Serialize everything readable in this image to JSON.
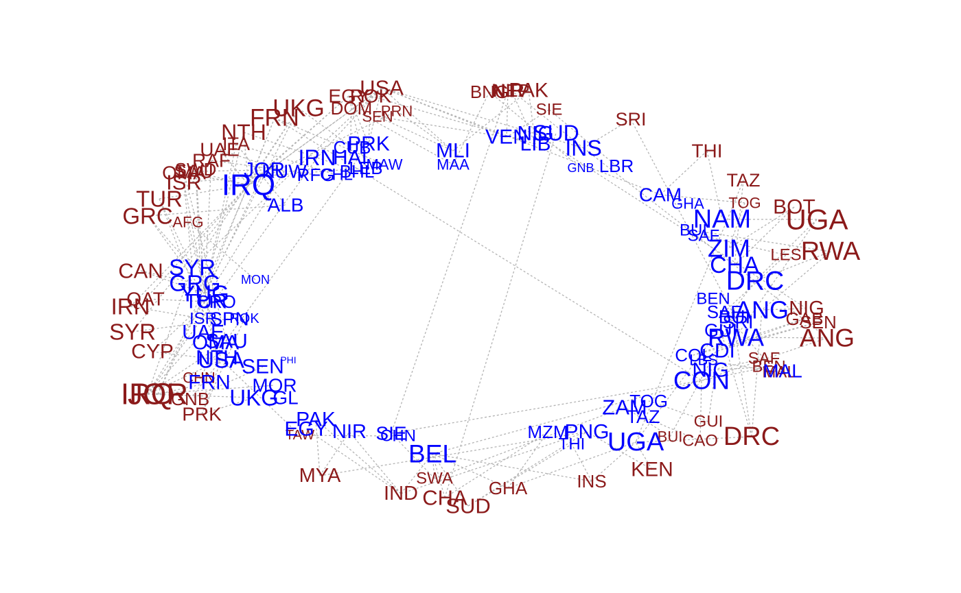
{
  "colors": {
    "sender": "#8b1a1a",
    "receiver": "#0000ff",
    "edge": "#b3b3b3"
  },
  "nodes": [
    {
      "id": "r1",
      "label": "USA",
      "group": "sender",
      "size": 31
    },
    {
      "id": "r2",
      "label": "EGY",
      "group": "sender",
      "size": 28
    },
    {
      "id": "r3",
      "label": "ROK",
      "group": "sender",
      "size": 28
    },
    {
      "id": "r4",
      "label": "DOM",
      "group": "sender",
      "size": 26
    },
    {
      "id": "r5",
      "label": "SEN",
      "group": "sender",
      "size": 22
    },
    {
      "id": "r6",
      "label": "PRN",
      "group": "sender",
      "size": 22
    },
    {
      "id": "r7",
      "label": "UKG",
      "group": "sender",
      "size": 35
    },
    {
      "id": "r8",
      "label": "FRN",
      "group": "sender",
      "size": 35
    },
    {
      "id": "r9",
      "label": "NTH",
      "group": "sender",
      "size": 32
    },
    {
      "id": "r10",
      "label": "ITA",
      "group": "sender",
      "size": 27
    },
    {
      "id": "r11",
      "label": "UAE",
      "group": "sender",
      "size": 28
    },
    {
      "id": "r12",
      "label": "RAF",
      "group": "sender",
      "size": 28
    },
    {
      "id": "r13",
      "label": "SAU",
      "group": "sender",
      "size": 28
    },
    {
      "id": "r14",
      "label": "OMA",
      "group": "sender",
      "size": 28
    },
    {
      "id": "r15",
      "label": "SWD",
      "group": "sender",
      "size": 26
    },
    {
      "id": "r16",
      "label": "ISR",
      "group": "sender",
      "size": 31
    },
    {
      "id": "r17",
      "label": "TUR",
      "group": "sender",
      "size": 33
    },
    {
      "id": "r18",
      "label": "GRC",
      "group": "sender",
      "size": 33
    },
    {
      "id": "r19",
      "label": "AFG",
      "group": "sender",
      "size": 22
    },
    {
      "id": "r20",
      "label": "CAN",
      "group": "sender",
      "size": 31
    },
    {
      "id": "r21",
      "label": "QAT",
      "group": "sender",
      "size": 28
    },
    {
      "id": "r22",
      "label": "IRN",
      "group": "sender",
      "size": 33
    },
    {
      "id": "r23",
      "label": "SYR",
      "group": "sender",
      "size": 33
    },
    {
      "id": "r24",
      "label": "CYP",
      "group": "sender",
      "size": 30
    },
    {
      "id": "r25",
      "label": "JOR",
      "group": "sender",
      "size": 44
    },
    {
      "id": "r26",
      "label": "IRQ",
      "group": "sender",
      "size": 44
    },
    {
      "id": "r27",
      "label": "CHN",
      "group": "sender",
      "size": 22
    },
    {
      "id": "r28",
      "label": "GNB",
      "group": "sender",
      "size": 26
    },
    {
      "id": "r29",
      "label": "PRK",
      "group": "sender",
      "size": 28
    },
    {
      "id": "r30",
      "label": "TAW",
      "group": "sender",
      "size": 20
    },
    {
      "id": "r31",
      "label": "MYA",
      "group": "sender",
      "size": 29
    },
    {
      "id": "r32",
      "label": "SWA",
      "group": "sender",
      "size": 24
    },
    {
      "id": "r33",
      "label": "IND",
      "group": "sender",
      "size": 29
    },
    {
      "id": "r34",
      "label": "CHA",
      "group": "sender",
      "size": 31
    },
    {
      "id": "r35",
      "label": "SUD",
      "group": "sender",
      "size": 31
    },
    {
      "id": "r36",
      "label": "GHA",
      "group": "sender",
      "size": 26
    },
    {
      "id": "r37",
      "label": "INS",
      "group": "sender",
      "size": 26
    },
    {
      "id": "r38",
      "label": "KEN",
      "group": "sender",
      "size": 30
    },
    {
      "id": "r39",
      "label": "BUI",
      "group": "sender",
      "size": 22
    },
    {
      "id": "r40",
      "label": "CAO",
      "group": "sender",
      "size": 24
    },
    {
      "id": "r41",
      "label": "GUI",
      "group": "sender",
      "size": 24
    },
    {
      "id": "r42",
      "label": "DRC",
      "group": "sender",
      "size": 38
    },
    {
      "id": "r43",
      "label": "SAF",
      "group": "sender",
      "size": 24
    },
    {
      "id": "r44",
      "label": "BEN",
      "group": "sender",
      "size": 24
    },
    {
      "id": "r45",
      "label": "MAL",
      "group": "sender",
      "size": 24
    },
    {
      "id": "r46",
      "label": "NIG",
      "group": "sender",
      "size": 29
    },
    {
      "id": "r47",
      "label": "GAB",
      "group": "sender",
      "size": 26
    },
    {
      "id": "r48",
      "label": "SEN",
      "group": "sender",
      "size": 26
    },
    {
      "id": "r49",
      "label": "ANG",
      "group": "sender",
      "size": 37
    },
    {
      "id": "r50",
      "label": "RWA",
      "group": "sender",
      "size": 38
    },
    {
      "id": "r51",
      "label": "LES",
      "group": "sender",
      "size": 24
    },
    {
      "id": "r52",
      "label": "UGA",
      "group": "sender",
      "size": 42
    },
    {
      "id": "r53",
      "label": "BOT",
      "group": "sender",
      "size": 30
    },
    {
      "id": "r54",
      "label": "TOG",
      "group": "sender",
      "size": 22
    },
    {
      "id": "r55",
      "label": "TAZ",
      "group": "sender",
      "size": 27
    },
    {
      "id": "r56",
      "label": "THI",
      "group": "sender",
      "size": 28
    },
    {
      "id": "r57",
      "label": "SRI",
      "group": "sender",
      "size": 27
    },
    {
      "id": "r58",
      "label": "SIE",
      "group": "sender",
      "size": 24
    },
    {
      "id": "r59",
      "label": "BNG",
      "group": "sender",
      "size": 26
    },
    {
      "id": "r60",
      "label": "NEP",
      "group": "sender",
      "size": 26
    },
    {
      "id": "r61",
      "label": "PAK",
      "group": "sender",
      "size": 30
    },
    {
      "id": "r62",
      "label": "NIR",
      "group": "sender",
      "size": 28
    },
    {
      "id": "b1",
      "label": "PRK",
      "group": "receiver",
      "size": 30
    },
    {
      "id": "b2",
      "label": "CUB",
      "group": "receiver",
      "size": 26
    },
    {
      "id": "b3",
      "label": "IRN",
      "group": "receiver",
      "size": 32
    },
    {
      "id": "b4",
      "label": "HAI",
      "group": "receiver",
      "size": 30
    },
    {
      "id": "b5",
      "label": "MAW",
      "group": "receiver",
      "size": 22
    },
    {
      "id": "b6",
      "label": "LEB",
      "group": "receiver",
      "size": 26
    },
    {
      "id": "b7",
      "label": "BHL",
      "group": "receiver",
      "size": 26
    },
    {
      "id": "b8",
      "label": "CHL",
      "group": "receiver",
      "size": 24
    },
    {
      "id": "b9",
      "label": "JOR",
      "group": "receiver",
      "size": 30
    },
    {
      "id": "b10",
      "label": "KUW",
      "group": "receiver",
      "size": 28
    },
    {
      "id": "b11",
      "label": "RFG",
      "group": "receiver",
      "size": 26
    },
    {
      "id": "b12",
      "label": "IRQ",
      "group": "receiver",
      "size": 44
    },
    {
      "id": "b13",
      "label": "ALB",
      "group": "receiver",
      "size": 28
    },
    {
      "id": "b14",
      "label": "SYR",
      "group": "receiver",
      "size": 33
    },
    {
      "id": "b15",
      "label": "GRG",
      "group": "receiver",
      "size": 33
    },
    {
      "id": "b16",
      "label": "MON",
      "group": "receiver",
      "size": 18
    },
    {
      "id": "b17",
      "label": "YUG",
      "group": "receiver",
      "size": 33
    },
    {
      "id": "b18",
      "label": "TUR",
      "group": "receiver",
      "size": 30
    },
    {
      "id": "b19",
      "label": "CRO",
      "group": "receiver",
      "size": 26
    },
    {
      "id": "b20",
      "label": "ISR",
      "group": "receiver",
      "size": 24
    },
    {
      "id": "b21",
      "label": "SPN",
      "group": "receiver",
      "size": 28
    },
    {
      "id": "b22",
      "label": "ROK",
      "group": "receiver",
      "size": 20
    },
    {
      "id": "b23",
      "label": "UAE",
      "group": "receiver",
      "size": 30
    },
    {
      "id": "b24",
      "label": "SAU",
      "group": "receiver",
      "size": 30
    },
    {
      "id": "b25",
      "label": "OMA",
      "group": "receiver",
      "size": 30
    },
    {
      "id": "b26",
      "label": "NTH",
      "group": "receiver",
      "size": 30
    },
    {
      "id": "b27",
      "label": "USA",
      "group": "receiver",
      "size": 33
    },
    {
      "id": "b28",
      "label": "SEN",
      "group": "receiver",
      "size": 30
    },
    {
      "id": "b29",
      "label": "PHI",
      "group": "receiver",
      "size": 14
    },
    {
      "id": "b30",
      "label": "FRN",
      "group": "receiver",
      "size": 30
    },
    {
      "id": "b31",
      "label": "MOR",
      "group": "receiver",
      "size": 28
    },
    {
      "id": "b32",
      "label": "UKG",
      "group": "receiver",
      "size": 33
    },
    {
      "id": "b33",
      "label": "GL",
      "group": "receiver",
      "size": 28
    },
    {
      "id": "b34",
      "label": "PAK",
      "group": "receiver",
      "size": 30
    },
    {
      "id": "b35",
      "label": "EGY",
      "group": "receiver",
      "size": 30
    },
    {
      "id": "b36",
      "label": "NIR",
      "group": "receiver",
      "size": 29
    },
    {
      "id": "b37",
      "label": "SIE",
      "group": "receiver",
      "size": 28
    },
    {
      "id": "b38",
      "label": "CHN",
      "group": "receiver",
      "size": 24
    },
    {
      "id": "b39",
      "label": "BEL",
      "group": "receiver",
      "size": 37
    },
    {
      "id": "b40",
      "label": "MZM",
      "group": "receiver",
      "size": 26
    },
    {
      "id": "b41",
      "label": "PNG",
      "group": "receiver",
      "size": 30
    },
    {
      "id": "b42",
      "label": "THI",
      "group": "receiver",
      "size": 24
    },
    {
      "id": "b43",
      "label": "UGA",
      "group": "receiver",
      "size": 38
    },
    {
      "id": "b44",
      "label": "ZAM",
      "group": "receiver",
      "size": 31
    },
    {
      "id": "b45",
      "label": "TOG",
      "group": "receiver",
      "size": 26
    },
    {
      "id": "b46",
      "label": "TAZ",
      "group": "receiver",
      "size": 27
    },
    {
      "id": "b47",
      "label": "CON",
      "group": "receiver",
      "size": 37
    },
    {
      "id": "b48",
      "label": "NIG",
      "group": "receiver",
      "size": 30
    },
    {
      "id": "b49",
      "label": "LBS",
      "group": "receiver",
      "size": 22
    },
    {
      "id": "b50",
      "label": "COL",
      "group": "receiver",
      "size": 26
    },
    {
      "id": "b51",
      "label": "CDI",
      "group": "receiver",
      "size": 30
    },
    {
      "id": "b52",
      "label": "GUI",
      "group": "receiver",
      "size": 27
    },
    {
      "id": "b53",
      "label": "SRI",
      "group": "receiver",
      "size": 27
    },
    {
      "id": "b54",
      "label": "RWA",
      "group": "receiver",
      "size": 36
    },
    {
      "id": "b55",
      "label": "BUI",
      "group": "receiver",
      "size": 28
    },
    {
      "id": "b56",
      "label": "ANG",
      "group": "receiver",
      "size": 36
    },
    {
      "id": "b57",
      "label": "SAF",
      "group": "receiver",
      "size": 26
    },
    {
      "id": "b58",
      "label": "BEN",
      "group": "receiver",
      "size": 24
    },
    {
      "id": "b59",
      "label": "CHA",
      "group": "receiver",
      "size": 34
    },
    {
      "id": "b60",
      "label": "DRC",
      "group": "receiver",
      "size": 39
    },
    {
      "id": "b61",
      "label": "ZIM",
      "group": "receiver",
      "size": 36
    },
    {
      "id": "b62",
      "label": "NAM",
      "group": "receiver",
      "size": 38
    },
    {
      "id": "b63",
      "label": "BUI",
      "group": "receiver",
      "size": 24
    },
    {
      "id": "b64",
      "label": "SAF",
      "group": "receiver",
      "size": 24
    },
    {
      "id": "b65",
      "label": "GHA",
      "group": "receiver",
      "size": 22
    },
    {
      "id": "b66",
      "label": "CAM",
      "group": "receiver",
      "size": 28
    },
    {
      "id": "b67",
      "label": "GNB",
      "group": "receiver",
      "size": 18
    },
    {
      "id": "b68",
      "label": "LBR",
      "group": "receiver",
      "size": 26
    },
    {
      "id": "b69",
      "label": "INS",
      "group": "receiver",
      "size": 32
    },
    {
      "id": "b70",
      "label": "SUD",
      "group": "receiver",
      "size": 32
    },
    {
      "id": "b71",
      "label": "MLI",
      "group": "receiver",
      "size": 30
    },
    {
      "id": "b72",
      "label": "MAA",
      "group": "receiver",
      "size": 22
    },
    {
      "id": "b73",
      "label": "VEN",
      "group": "receiver",
      "size": 30
    },
    {
      "id": "b74",
      "label": "LIB",
      "group": "receiver",
      "size": 30
    },
    {
      "id": "b75",
      "label": "NIG",
      "group": "receiver",
      "size": 30
    },
    {
      "id": "b76",
      "label": "MAL",
      "group": "receiver",
      "size": 28
    }
  ],
  "edges": [
    [
      "r1",
      "b1"
    ],
    [
      "r1",
      "b12"
    ],
    [
      "r1",
      "b71"
    ],
    [
      "r1",
      "b73"
    ],
    [
      "r1",
      "b69"
    ],
    [
      "r1",
      "b14"
    ],
    [
      "r1",
      "b3"
    ],
    [
      "r2",
      "b12"
    ],
    [
      "r2",
      "b9"
    ],
    [
      "r2",
      "b6"
    ],
    [
      "r3",
      "b1"
    ],
    [
      "r3",
      "b12"
    ],
    [
      "r4",
      "b4"
    ],
    [
      "r5",
      "b71"
    ],
    [
      "r6",
      "b12"
    ],
    [
      "r7",
      "b12"
    ],
    [
      "r7",
      "b14"
    ],
    [
      "r7",
      "b17"
    ],
    [
      "r8",
      "b12"
    ],
    [
      "r8",
      "b17"
    ],
    [
      "r8",
      "b47"
    ],
    [
      "r9",
      "b12"
    ],
    [
      "r9",
      "b17"
    ],
    [
      "r10",
      "b17"
    ],
    [
      "r10",
      "b13"
    ],
    [
      "r11",
      "b12"
    ],
    [
      "r12",
      "b17"
    ],
    [
      "r13",
      "b12"
    ],
    [
      "r14",
      "b12"
    ],
    [
      "r15",
      "b17"
    ],
    [
      "r16",
      "b14"
    ],
    [
      "r16",
      "b6"
    ],
    [
      "r17",
      "b12"
    ],
    [
      "r17",
      "b14"
    ],
    [
      "r18",
      "b13"
    ],
    [
      "r18",
      "b17"
    ],
    [
      "r19",
      "b27"
    ],
    [
      "r20",
      "b17"
    ],
    [
      "r21",
      "b12"
    ],
    [
      "r22",
      "b12"
    ],
    [
      "r23",
      "b12"
    ],
    [
      "r24",
      "b18"
    ],
    [
      "r25",
      "b12"
    ],
    [
      "r26",
      "b10"
    ],
    [
      "r26",
      "b3"
    ],
    [
      "r26",
      "b27"
    ],
    [
      "r26",
      "b32"
    ],
    [
      "r26",
      "b24"
    ],
    [
      "r26",
      "b23"
    ],
    [
      "r26",
      "b14"
    ],
    [
      "r25",
      "b9"
    ],
    [
      "r27",
      "b1"
    ],
    [
      "r28",
      "b28"
    ],
    [
      "r29",
      "b22"
    ],
    [
      "r29",
      "b27"
    ],
    [
      "r30",
      "b38"
    ],
    [
      "r31",
      "b41"
    ],
    [
      "r32",
      "b39"
    ],
    [
      "r33",
      "b34"
    ],
    [
      "r33",
      "b36"
    ],
    [
      "r34",
      "b70"
    ],
    [
      "r35",
      "b39"
    ],
    [
      "r36",
      "b40"
    ],
    [
      "r37",
      "b42"
    ],
    [
      "r38",
      "b43"
    ],
    [
      "r39",
      "b55"
    ],
    [
      "r40",
      "b47"
    ],
    [
      "r41",
      "b52"
    ],
    [
      "r42",
      "b54"
    ],
    [
      "r42",
      "b43"
    ],
    [
      "r42",
      "b56"
    ],
    [
      "r43",
      "b57"
    ],
    [
      "r44",
      "b48"
    ],
    [
      "r45",
      "b76"
    ],
    [
      "r46",
      "b75"
    ],
    [
      "r47",
      "b50"
    ],
    [
      "r48",
      "b51"
    ],
    [
      "r49",
      "b47"
    ],
    [
      "r49",
      "b60"
    ],
    [
      "r50",
      "b60"
    ],
    [
      "r50",
      "b63"
    ],
    [
      "r51",
      "b64"
    ],
    [
      "r52",
      "b60"
    ],
    [
      "r52",
      "b62"
    ],
    [
      "r53",
      "b61"
    ],
    [
      "r54",
      "b66"
    ],
    [
      "r55",
      "b43"
    ],
    [
      "r56",
      "b66"
    ],
    [
      "r57",
      "b53"
    ],
    [
      "r58",
      "b68"
    ],
    [
      "r59",
      "b67"
    ],
    [
      "r60",
      "b69"
    ],
    [
      "r61",
      "b74"
    ],
    [
      "r62",
      "b37"
    ],
    [
      "b39",
      "b47"
    ],
    [
      "b43",
      "b60"
    ],
    [
      "b69",
      "b60"
    ],
    [
      "b37",
      "b47"
    ],
    [
      "r37",
      "b39"
    ],
    [
      "r34",
      "b39"
    ],
    [
      "r33",
      "b41"
    ],
    [
      "r36",
      "b43"
    ],
    [
      "r31",
      "b36"
    ],
    [
      "r32",
      "b44"
    ],
    [
      "r35",
      "b41"
    ],
    [
      "r34",
      "b40"
    ],
    [
      "r33",
      "b39"
    ],
    [
      "r36",
      "b39"
    ],
    [
      "r30",
      "b27"
    ],
    [
      "r28",
      "b27"
    ],
    [
      "r29",
      "b32"
    ],
    [
      "r27",
      "b30"
    ],
    [
      "r25",
      "b30"
    ],
    [
      "r26",
      "b31"
    ],
    [
      "r24",
      "b27"
    ],
    [
      "r23",
      "b21"
    ],
    [
      "r22",
      "b20"
    ],
    [
      "r21",
      "b18"
    ],
    [
      "r20",
      "b15"
    ],
    [
      "r19",
      "b16"
    ],
    [
      "r18",
      "b14"
    ],
    [
      "r17",
      "b25"
    ],
    [
      "r16",
      "b26"
    ],
    [
      "r15",
      "b23"
    ],
    [
      "r14",
      "b24"
    ],
    [
      "r13",
      "b9"
    ],
    [
      "r12",
      "b11"
    ],
    [
      "r11",
      "b10"
    ],
    [
      "r10",
      "b8"
    ],
    [
      "r9",
      "b7"
    ],
    [
      "r8",
      "b5"
    ],
    [
      "r7",
      "b2"
    ],
    [
      "r6",
      "b71"
    ],
    [
      "r5",
      "b73"
    ],
    [
      "r4",
      "b72"
    ],
    [
      "r3",
      "b74"
    ],
    [
      "r2",
      "b1"
    ],
    [
      "r1",
      "b66"
    ],
    [
      "r62",
      "b73"
    ],
    [
      "r61",
      "b71"
    ],
    [
      "r60",
      "b74"
    ],
    [
      "r59",
      "b72"
    ],
    [
      "r58",
      "b73"
    ],
    [
      "r57",
      "b69"
    ],
    [
      "r56",
      "b62"
    ],
    [
      "r55",
      "b59"
    ],
    [
      "r54",
      "b61"
    ],
    [
      "r53",
      "b59"
    ],
    [
      "r52",
      "b54"
    ],
    [
      "r51",
      "b57"
    ],
    [
      "r50",
      "b56"
    ],
    [
      "r49",
      "b54"
    ],
    [
      "r48",
      "b50"
    ],
    [
      "r47",
      "b51"
    ],
    [
      "r46",
      "b56"
    ],
    [
      "r45",
      "b49"
    ],
    [
      "r44",
      "b47"
    ],
    [
      "r43",
      "b48"
    ],
    [
      "r42",
      "b52"
    ],
    [
      "r41",
      "b45"
    ],
    [
      "r40",
      "b46"
    ],
    [
      "r39",
      "b44"
    ],
    [
      "r38",
      "b41"
    ],
    [
      "r37",
      "b43"
    ],
    [
      "r33",
      "b35"
    ],
    [
      "r31",
      "b34"
    ],
    [
      "r35",
      "b42"
    ],
    [
      "r32",
      "b37"
    ]
  ]
}
